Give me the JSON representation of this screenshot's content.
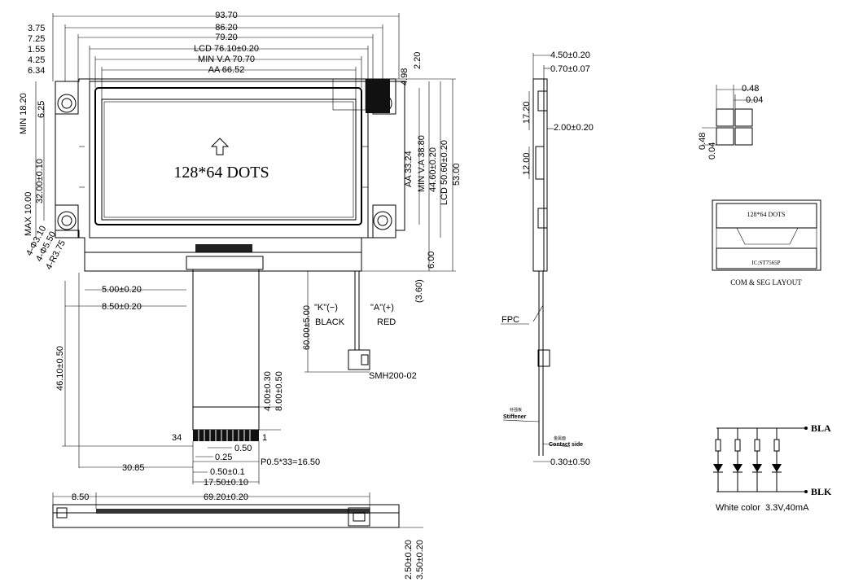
{
  "top_dims": [
    "93.70",
    "86.20",
    "79.20",
    "LCD 76.10±0.20",
    "MIN V.A 70.70",
    "AA 66.52"
  ],
  "left_top_dims": [
    "3.75",
    "7.25",
    "1.55",
    "4.25",
    "6.34"
  ],
  "right_top_dims": [
    "4.98",
    "2.20"
  ],
  "left_vert_dims": [
    "6.25",
    "MIN 18.20",
    "32.00±0.10",
    "MAX 10.00"
  ],
  "right_vert_dims": [
    "AA 33.24",
    "MIN V.A 38.80",
    "44.60±0.20",
    "LCD 50.60±0.20",
    "53.00",
    "6.00",
    "(3.60)"
  ],
  "holes": [
    "4-Φ3.10",
    "4-Φ5.50",
    "4-R3.75"
  ],
  "display_label": "128*64 DOTS",
  "fpc_dims": [
    "5.00±0.20",
    "8.50±0.20",
    "46.10±0.50",
    "4.00±0.30",
    "8.00±0.50",
    "0.50",
    "0.25",
    "30.85",
    "0.50±0.1",
    "P0.5*33=16.50",
    "17.50±0.10"
  ],
  "pin_first": "34",
  "pin_last": "1",
  "backlight": {
    "cable_len": "60.00±5.00",
    "k_label": "\"K\"(−)",
    "k_color": "BLACK",
    "a_label": "\"A\"(+)",
    "a_color": "RED",
    "connector": "SMH200-02"
  },
  "bottom_dims": [
    "8.50",
    "69.20±0.20",
    "2.50±0.20",
    "3.50±0.20"
  ],
  "side_dims": [
    "4.50±0.20",
    "0.70±0.07",
    "17.20",
    "2.00±0.20",
    "12.00",
    "0.30±0.50"
  ],
  "side_labels": {
    "fpc": "FPC",
    "stiffener_cn": "补强板",
    "stiffener": "Stiffener",
    "contact_cn": "金属面",
    "contact": "Contact side"
  },
  "pixel_dims": [
    "0.48",
    "0.04",
    "0.48",
    "0.04"
  ],
  "layout": {
    "title": "128*64 DOTS",
    "ic": "IC:ST7565P",
    "caption": "COM & SEG LAYOUT"
  },
  "circuit": {
    "bla": "BLA",
    "blk": "BLK",
    "color": "White color",
    "spec": "3.3V,40mA"
  }
}
